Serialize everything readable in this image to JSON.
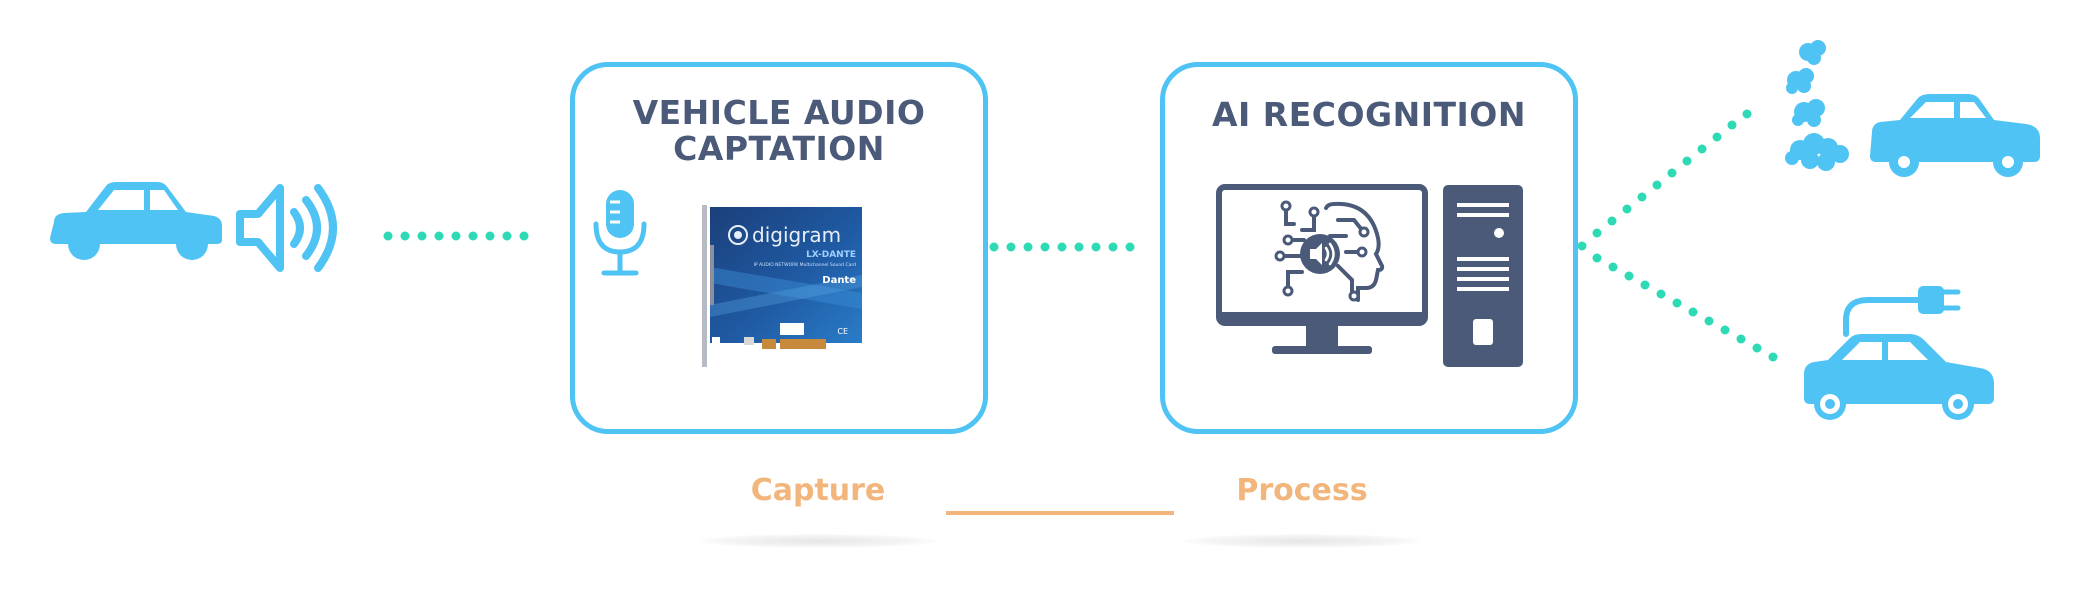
{
  "boxes": {
    "capture_title_line1": "VEHICLE AUDIO",
    "capture_title_line2": "CAPTATION",
    "process_title": "AI RECOGNITION"
  },
  "card": {
    "brand": "digigram",
    "model": "LX-DANTE",
    "subtitle": "IP AUDIO NETWORK Multichannel Sound Card",
    "partner": "Dante",
    "badge": "CE"
  },
  "steps": {
    "capture_label": "Capture",
    "process_label": "Process"
  },
  "colors": {
    "accent_blue": "#4fc3f3",
    "dark_slate": "#4a5a78",
    "dot_green": "#2ed9b5",
    "step_orange": "#f2b57b"
  },
  "icons": [
    "car-icon",
    "speaker-icon",
    "microphone-icon",
    "sound-card-icon",
    "computer-monitor-icon",
    "ai-head-icon",
    "tower-pc-icon",
    "exhaust-car-icon",
    "electric-car-icon"
  ]
}
